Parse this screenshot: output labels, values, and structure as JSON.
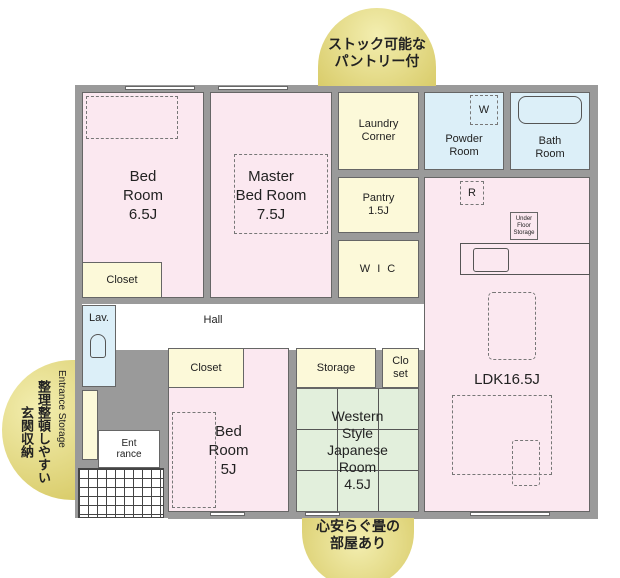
{
  "callouts": {
    "top": [
      "ストック可能な",
      "パントリー付"
    ],
    "bottom": [
      "心安らぐ畳の",
      "部屋あり"
    ],
    "left": [
      "整理整頓しやすい",
      "玄関収納"
    ]
  },
  "rooms": {
    "bed1": [
      "Bed",
      "Room",
      "6.5J"
    ],
    "closet1": "Closet",
    "master": [
      "Master",
      "Bed Room",
      "7.5J"
    ],
    "laundry": [
      "Laundry",
      "Corner"
    ],
    "powder": [
      "Powder",
      "Room"
    ],
    "washer": "W",
    "bath": [
      "Bath",
      "Room"
    ],
    "pantry": [
      "Pantry",
      "1.5J"
    ],
    "fridge": "R",
    "underfloor": [
      "Under",
      "Floor",
      "Storage"
    ],
    "wic": "W I C",
    "hall": "Hall",
    "lav": "Lav.",
    "entrance_storage": "Entrance Storage",
    "entrance": [
      "Ent",
      "rance"
    ],
    "closet2": "Closet",
    "bed2": [
      "Bed",
      "Room",
      "5J"
    ],
    "storage": "Storage",
    "closet3": [
      "Clo",
      "set"
    ],
    "japanese": [
      "Western",
      "Style",
      "Japanese",
      "Room",
      "4.5J"
    ],
    "ldk": "LDK16.5J"
  },
  "colors": {
    "bedroom": "#fbe8f0",
    "storage": "#fcf9d9",
    "wet": "#dceff8",
    "tatami": "#e2efdc",
    "wall": "#9a9a9a",
    "callout": "#d9cc6a"
  }
}
